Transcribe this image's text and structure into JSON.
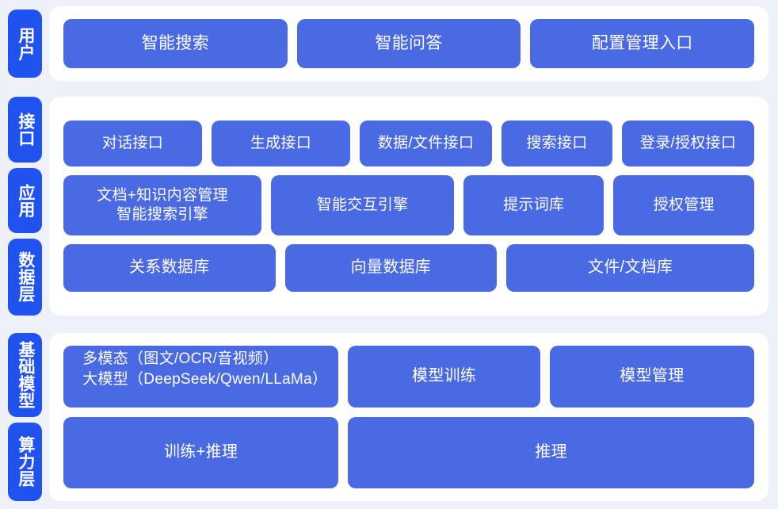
{
  "theme": {
    "page_background": "#eef1f7",
    "panel_background": "#ffffff",
    "tab_blue": "#2052f0",
    "chip_blue": "#4a6ae4",
    "chip_text": "#ffffff"
  },
  "sections": [
    {
      "id": "user",
      "tabs": [
        "用户"
      ],
      "rows": [
        {
          "id": "user-row",
          "items": [
            {
              "label": "智能搜索",
              "flex": 1
            },
            {
              "label": "智能问答",
              "flex": 1
            },
            {
              "label": "配置管理入口",
              "flex": 1
            }
          ]
        }
      ]
    },
    {
      "id": "middle",
      "tabs": [
        "接口",
        "应用",
        "数据层"
      ],
      "rows": [
        {
          "id": "interface-row",
          "items": [
            {
              "label": "对话接口",
              "flex": 1.0
            },
            {
              "label": "生成接口",
              "flex": 1.0
            },
            {
              "label": "数据/文件接口",
              "flex": 0.95
            },
            {
              "label": "搜索接口",
              "flex": 0.78
            },
            {
              "label": "登录/授权接口",
              "flex": 0.95
            }
          ]
        },
        {
          "id": "application-row",
          "items": [
            {
              "label": "文档+知识内容管理\n智能搜索引擎",
              "flex": 1.45
            },
            {
              "label": "智能交互引擎",
              "flex": 1.33
            },
            {
              "label": "提示词库",
              "flex": 1.0
            },
            {
              "label": "授权管理",
              "flex": 1.0
            }
          ]
        },
        {
          "id": "data-row",
          "items": [
            {
              "label": "关系数据库",
              "flex": 1.0
            },
            {
              "label": "向量数据库",
              "flex": 1.0
            },
            {
              "label": "文件/文档库",
              "flex": 1.18
            }
          ]
        }
      ]
    },
    {
      "id": "base",
      "tabs": [
        "基础模型",
        "算力层"
      ],
      "rows": [
        {
          "id": "model-row",
          "items": [
            {
              "label": "多模态（图文/OCR/音视频）\n大模型（DeepSeek/Qwen/LLaMa）",
              "flex": 1.42
            },
            {
              "label": "模型训练",
              "flex": 1.0
            },
            {
              "label": "模型管理",
              "flex": 1.07
            }
          ]
        },
        {
          "id": "power-row",
          "items": [
            {
              "label": "训练+推理",
              "flex": 0.88
            },
            {
              "label": "推理",
              "flex": 1.32
            }
          ]
        }
      ]
    }
  ]
}
